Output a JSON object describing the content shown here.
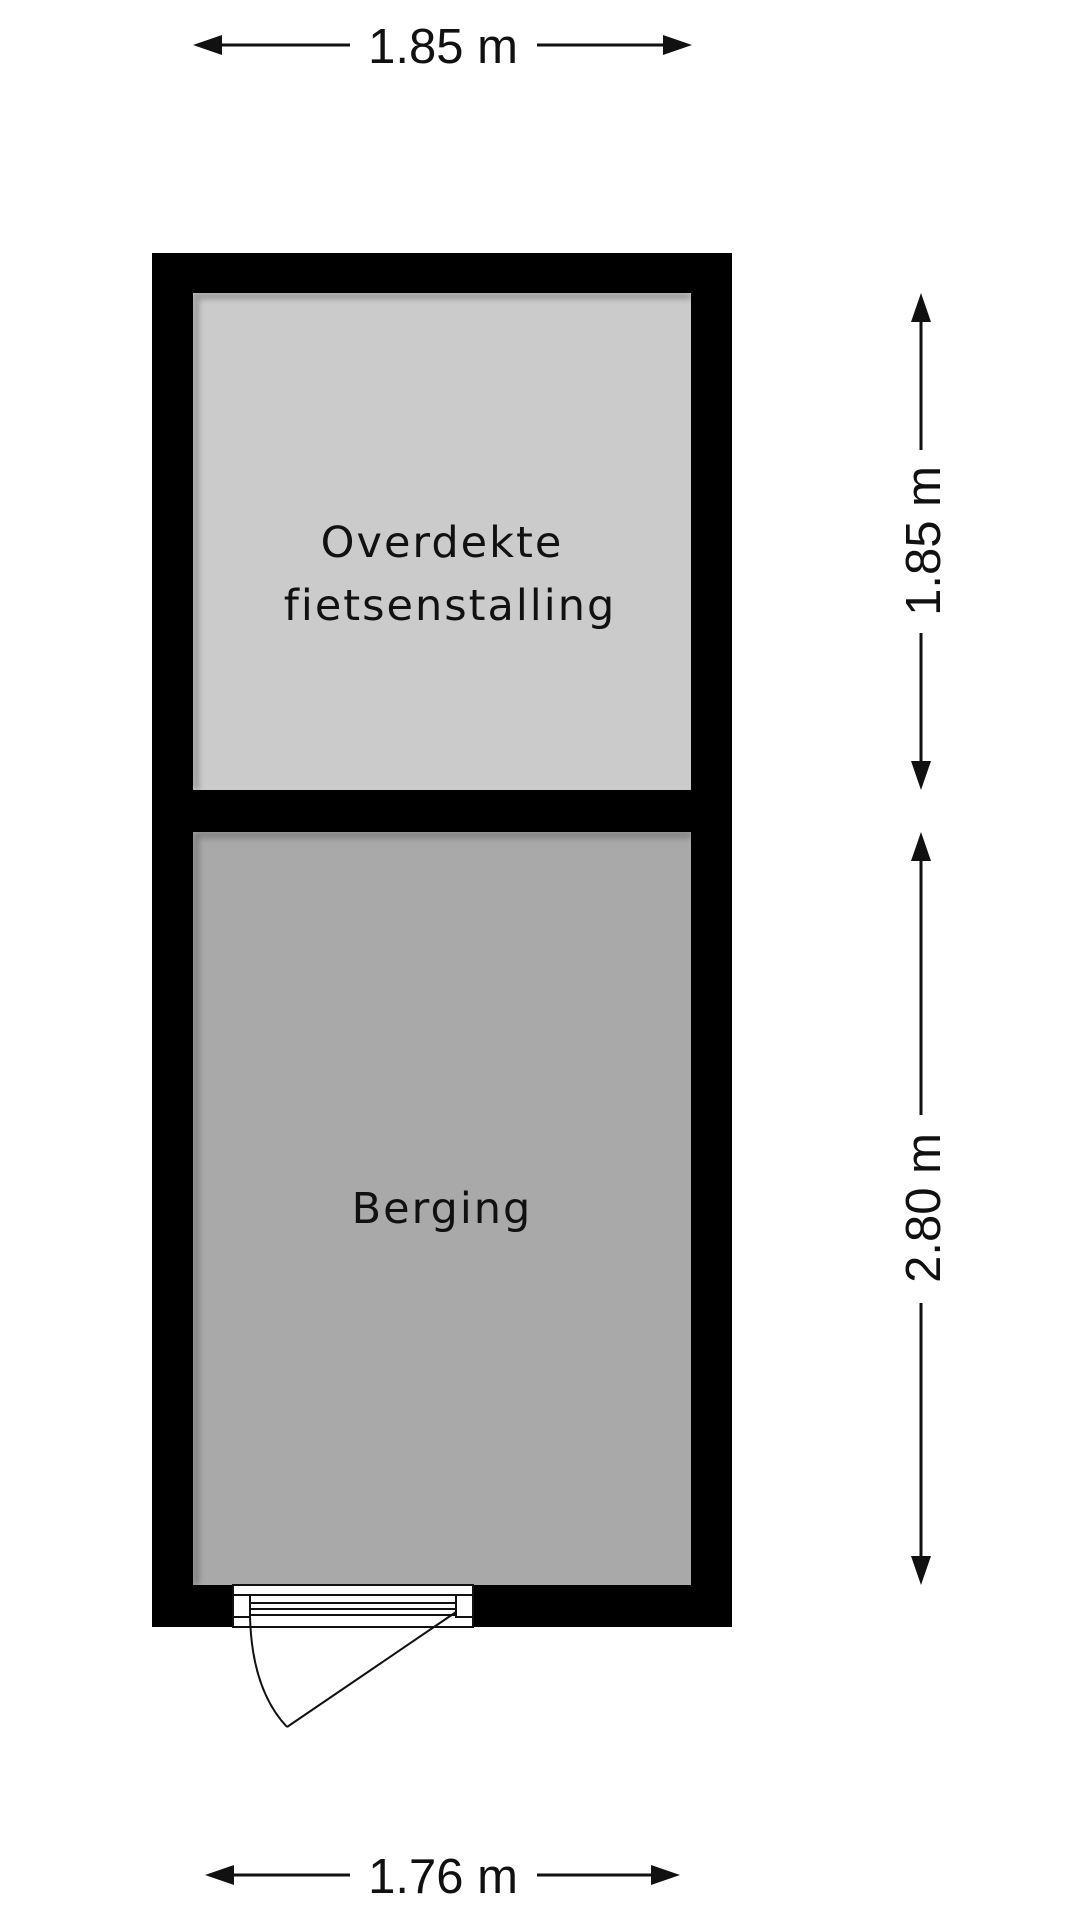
{
  "rooms": {
    "covered_bike_storage": {
      "line1": "Overdekte",
      "line2": "fietsenstalling"
    },
    "storage": {
      "label": "Berging"
    }
  },
  "dimensions": {
    "top_width": "1.85 m",
    "bottom_width": "1.76 m",
    "upper_height": "1.85 m",
    "lower_height": "2.80 m"
  },
  "colors": {
    "wall": "#000000",
    "bike_storage_floor": "#cbcbcb",
    "storage_floor": "#a9a9a9",
    "dimension_line": "#111111"
  }
}
